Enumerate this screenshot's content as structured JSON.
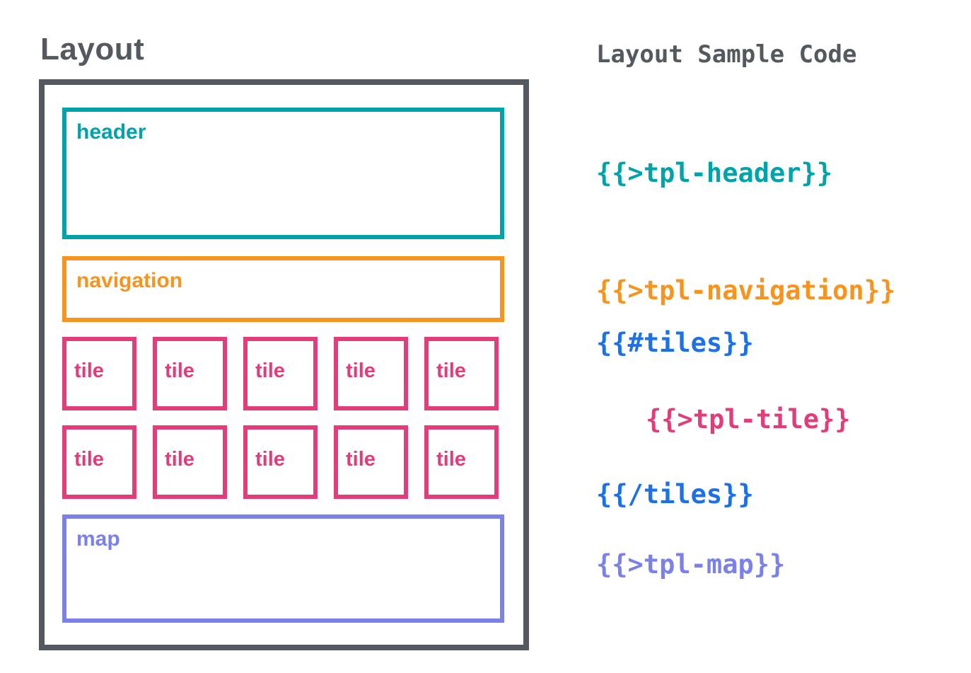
{
  "diagram": {
    "title": "Layout",
    "regions": {
      "header": {
        "label": "header",
        "color": "#00a3aa"
      },
      "navigation": {
        "label": "navigation",
        "color": "#f8941d"
      },
      "tiles": {
        "label": "tile",
        "color": "#e23c7b",
        "count": 10,
        "per_row": 5
      },
      "map": {
        "label": "map",
        "color": "#7c81e9"
      }
    },
    "outline_color": "#54585f"
  },
  "code_panel": {
    "title": "Layout Sample Code",
    "title_color": "#54585f",
    "lines": [
      {
        "text": "{{>tpl-header}}",
        "color": "#00a3aa",
        "indented": false
      },
      {
        "text": "{{>tpl-navigation}}",
        "color": "#f8941d",
        "indented": false
      },
      {
        "text": "{{#tiles}}",
        "color": "#1c70e8",
        "indented": false
      },
      {
        "text": "{{>tpl-tile}}",
        "color": "#e23c7b",
        "indented": true
      },
      {
        "text": "{{/tiles}}",
        "color": "#1c70e8",
        "indented": false
      },
      {
        "text": "{{>tpl-map}}",
        "color": "#7c81e9",
        "indented": false
      }
    ]
  }
}
